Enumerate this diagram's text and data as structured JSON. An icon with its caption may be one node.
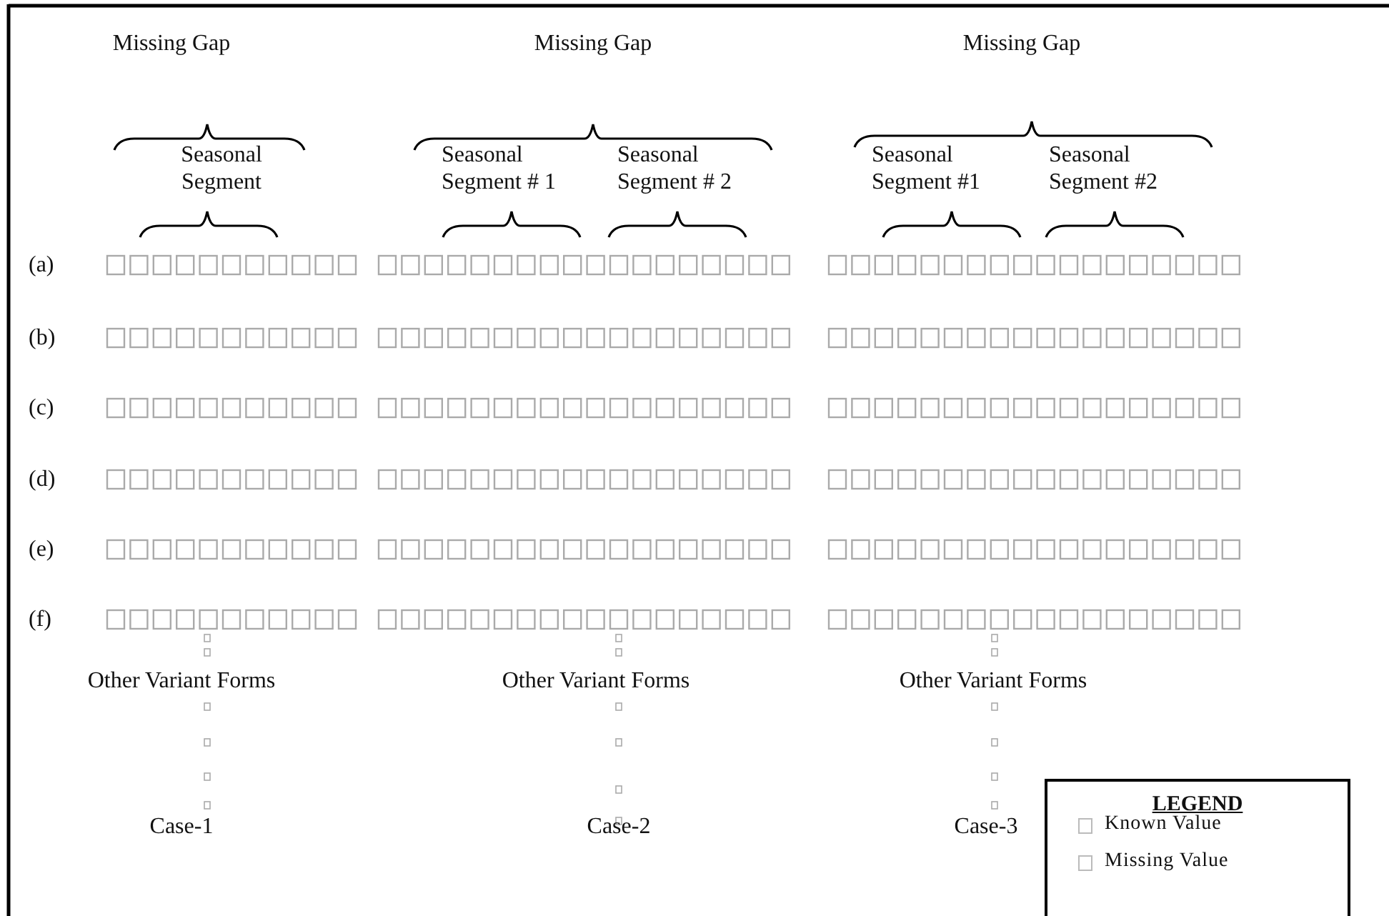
{
  "diagram": {
    "labels": [
      "Missing Gap",
      "Missing Gap",
      "Missing Gap",
      "Seasonal Segment",
      "Seasonal Segment # 1",
      "Seasonal Segment # 2",
      "Seasonal Segment #1",
      "Seasonal Segment #2",
      "(a)",
      "(b)",
      "(c)",
      "(d)",
      "(e)",
      "(f)",
      "Other Variant Forms",
      "Other Variant Forms",
      "Other Variant Forms",
      "Case-1",
      "Case-2",
      "Case-3",
      "LEGEND"
    ],
    "legend": [
      {
        "text": "Known Value"
      },
      {
        "text": "Missing Value"
      }
    ]
  }
}
